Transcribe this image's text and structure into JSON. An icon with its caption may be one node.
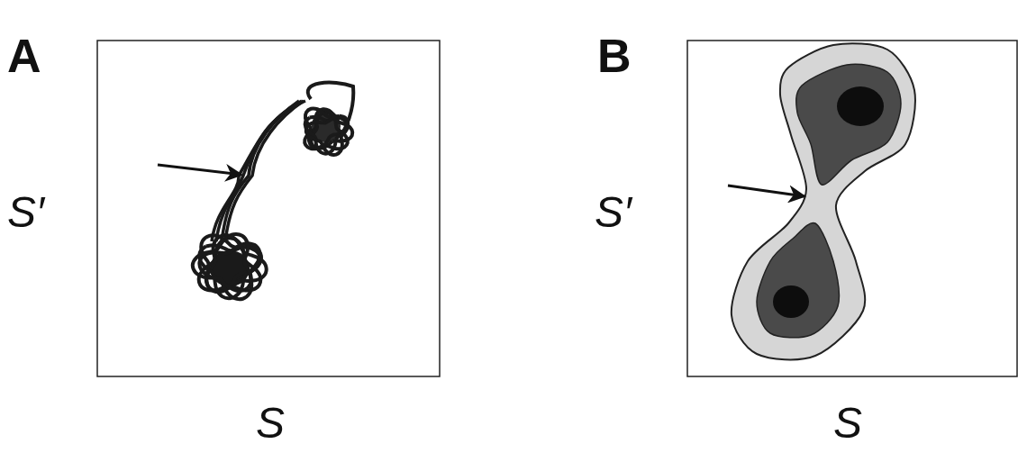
{
  "diagram": {
    "nodes": [
      {
        "text": [],
        "shape": "picture"
      },
      {
        "text": [],
        "shape": "picture"
      }
    ],
    "edges": [
      {
        "from": null,
        "to": 0,
        "arrow": "to"
      },
      {
        "from": null,
        "to": 1,
        "arrow": "to"
      }
    ],
    "labels": [
      "A",
      "S′",
      "S",
      "B",
      "S′",
      "S"
    ]
  }
}
